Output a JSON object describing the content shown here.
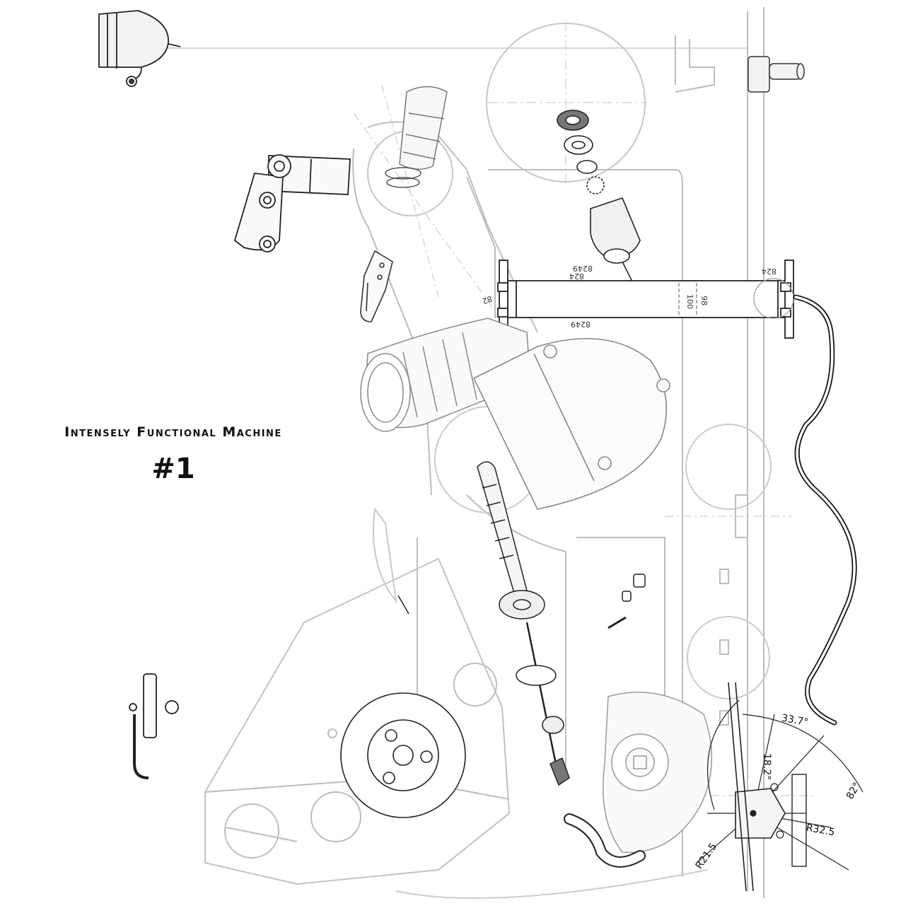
{
  "poster": {
    "title": "Intensely Functional Machine",
    "number": "#1"
  },
  "dimensions": {
    "tube_top_left": "824",
    "tube_top_mid": "8249",
    "tube_bottom_mid": "8249",
    "tube_left_small": "82",
    "tube_right": "824",
    "tube_len_a": "100",
    "tube_len_b": "98"
  },
  "angles": {
    "a1": "33.7°",
    "a2": "18.2°",
    "a3": "82°",
    "r1": "R32.5",
    "r2": "R21.5"
  },
  "colors": {
    "ink": "#111111",
    "faint": "#b8b8b8",
    "mid": "#8a8a8a"
  }
}
